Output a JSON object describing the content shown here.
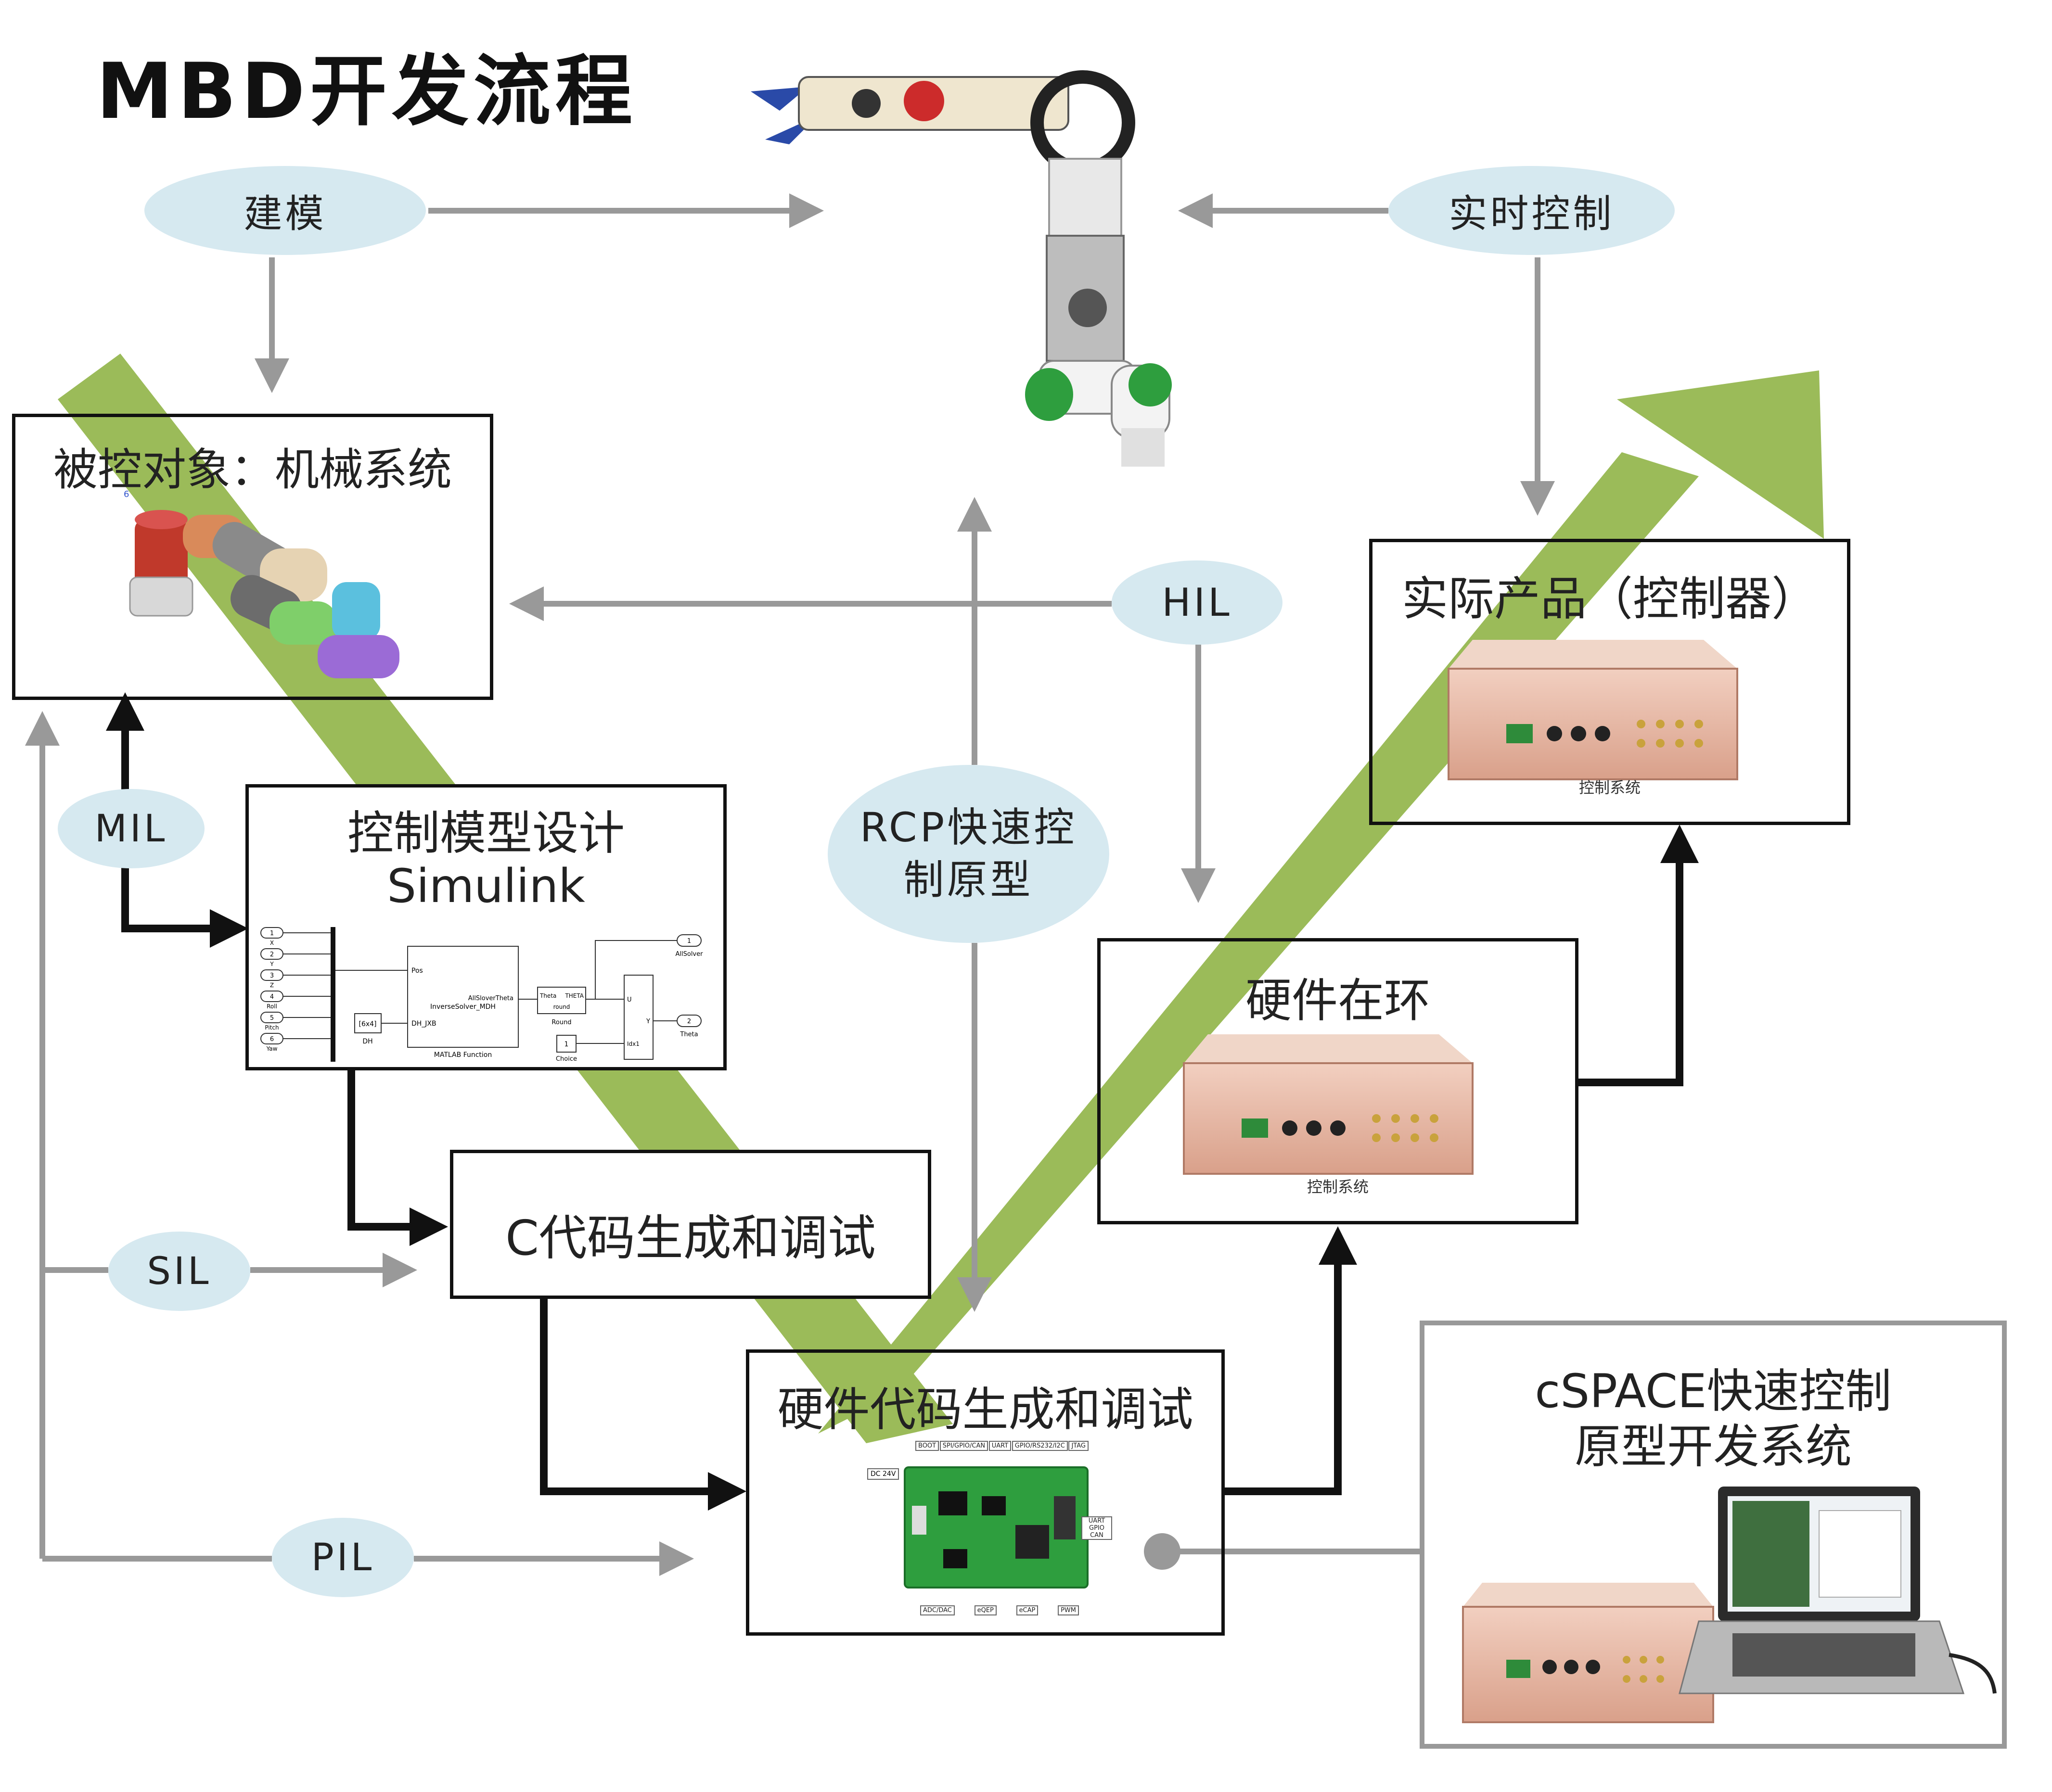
{
  "title": "MBD开发流程",
  "labels": {
    "modeling": "建模",
    "realtime": "实时控制",
    "hil": "HIL",
    "rcp_line1": "RCP快速控",
    "rcp_line2": "制原型",
    "mil": "MIL",
    "sil": "SIL",
    "pil": "PIL"
  },
  "boxes": {
    "plant": {
      "title": "被控对象：机械系统",
      "note": "6"
    },
    "control_model": {
      "title_line1": "控制模型设计",
      "title_line2": "Simulink"
    },
    "c_code": {
      "title": "C代码生成和调试"
    },
    "hw_code": {
      "title": "硬件代码生成和调试"
    },
    "hil_box": {
      "title": "硬件在环",
      "device_label": "控制系统"
    },
    "product": {
      "title": "实际产品（控制器）",
      "device_label": "控制系统"
    },
    "cspace": {
      "title_line1": "cSPACE快速控制",
      "title_line2": "原型开发系统"
    }
  },
  "simulink": {
    "ports": [
      "X",
      "Y",
      "Z",
      "Roll",
      "Pitch",
      "Yaw"
    ],
    "port_nums": [
      "1",
      "2",
      "3",
      "4",
      "5",
      "6"
    ],
    "dh_const": "[6x4]",
    "dh_label": "DH",
    "fn_name": "InverseSolver_MDH",
    "fn_caption": "MATLAB Function",
    "fn_in1": "Pos",
    "fn_in2": "DH_JXB",
    "fn_out": "AllSloverTheta",
    "round_in": "Theta",
    "round_out": "THETA",
    "round_name": "round",
    "round_caption": "Round",
    "choice_val": "1",
    "choice_caption": "Choice",
    "sel_u": "U",
    "sel_y": "Y",
    "sel_idx": "Idx1",
    "out1_num": "1",
    "out1_name": "AllSolver",
    "out2_num": "2",
    "out2_name": "Theta"
  },
  "board": {
    "top_tags": [
      "BOOT",
      "SPI/GPIO/CAN",
      "UART",
      "GPIO/RS232/I2C",
      "JTAG"
    ],
    "left_tag": "DC 24V",
    "right_tags": [
      "UART",
      "GPIO",
      "CAN"
    ],
    "bottom_tags": [
      "ADC/DAC",
      "eQEP",
      "eCAP",
      "PWM"
    ]
  },
  "colors": {
    "green_arrow": "#9bbb59",
    "ellipse_fill": "#d6e9f0",
    "gray_arrow": "#999999",
    "black_arrow": "#111111",
    "device_fill": "#e8b8a4"
  }
}
